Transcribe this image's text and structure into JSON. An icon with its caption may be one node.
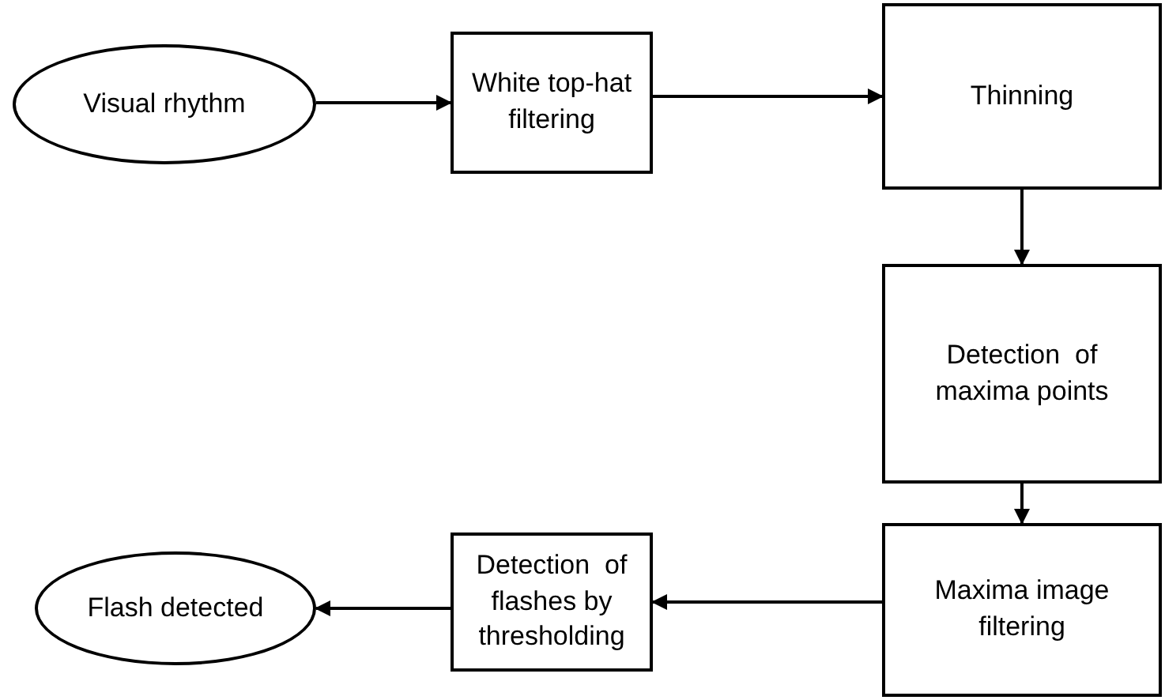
{
  "diagram": {
    "nodes": [
      {
        "text": [
          "Visual rhythm"
        ]
      },
      {
        "text": [
          "White top-hat filtering"
        ]
      },
      {
        "text": [
          "Thinning"
        ]
      },
      {
        "text": [
          "Detection  of maxima points"
        ]
      },
      {
        "text": [
          "Maxima image filtering"
        ]
      },
      {
        "text": [
          "Detection  of flashes by thresholding"
        ]
      },
      {
        "text": [
          "Flash detected"
        ]
      }
    ],
    "edges": [
      {
        "from": 0,
        "to": 1,
        "arrow": "to"
      },
      {
        "from": 1,
        "to": 2,
        "arrow": "to"
      },
      {
        "from": 2,
        "to": 3,
        "arrow": "to"
      },
      {
        "from": 3,
        "to": 4,
        "arrow": "to"
      },
      {
        "from": 4,
        "to": 5,
        "arrow": "to"
      },
      {
        "from": 5,
        "to": 6,
        "arrow": "to"
      }
    ]
  }
}
